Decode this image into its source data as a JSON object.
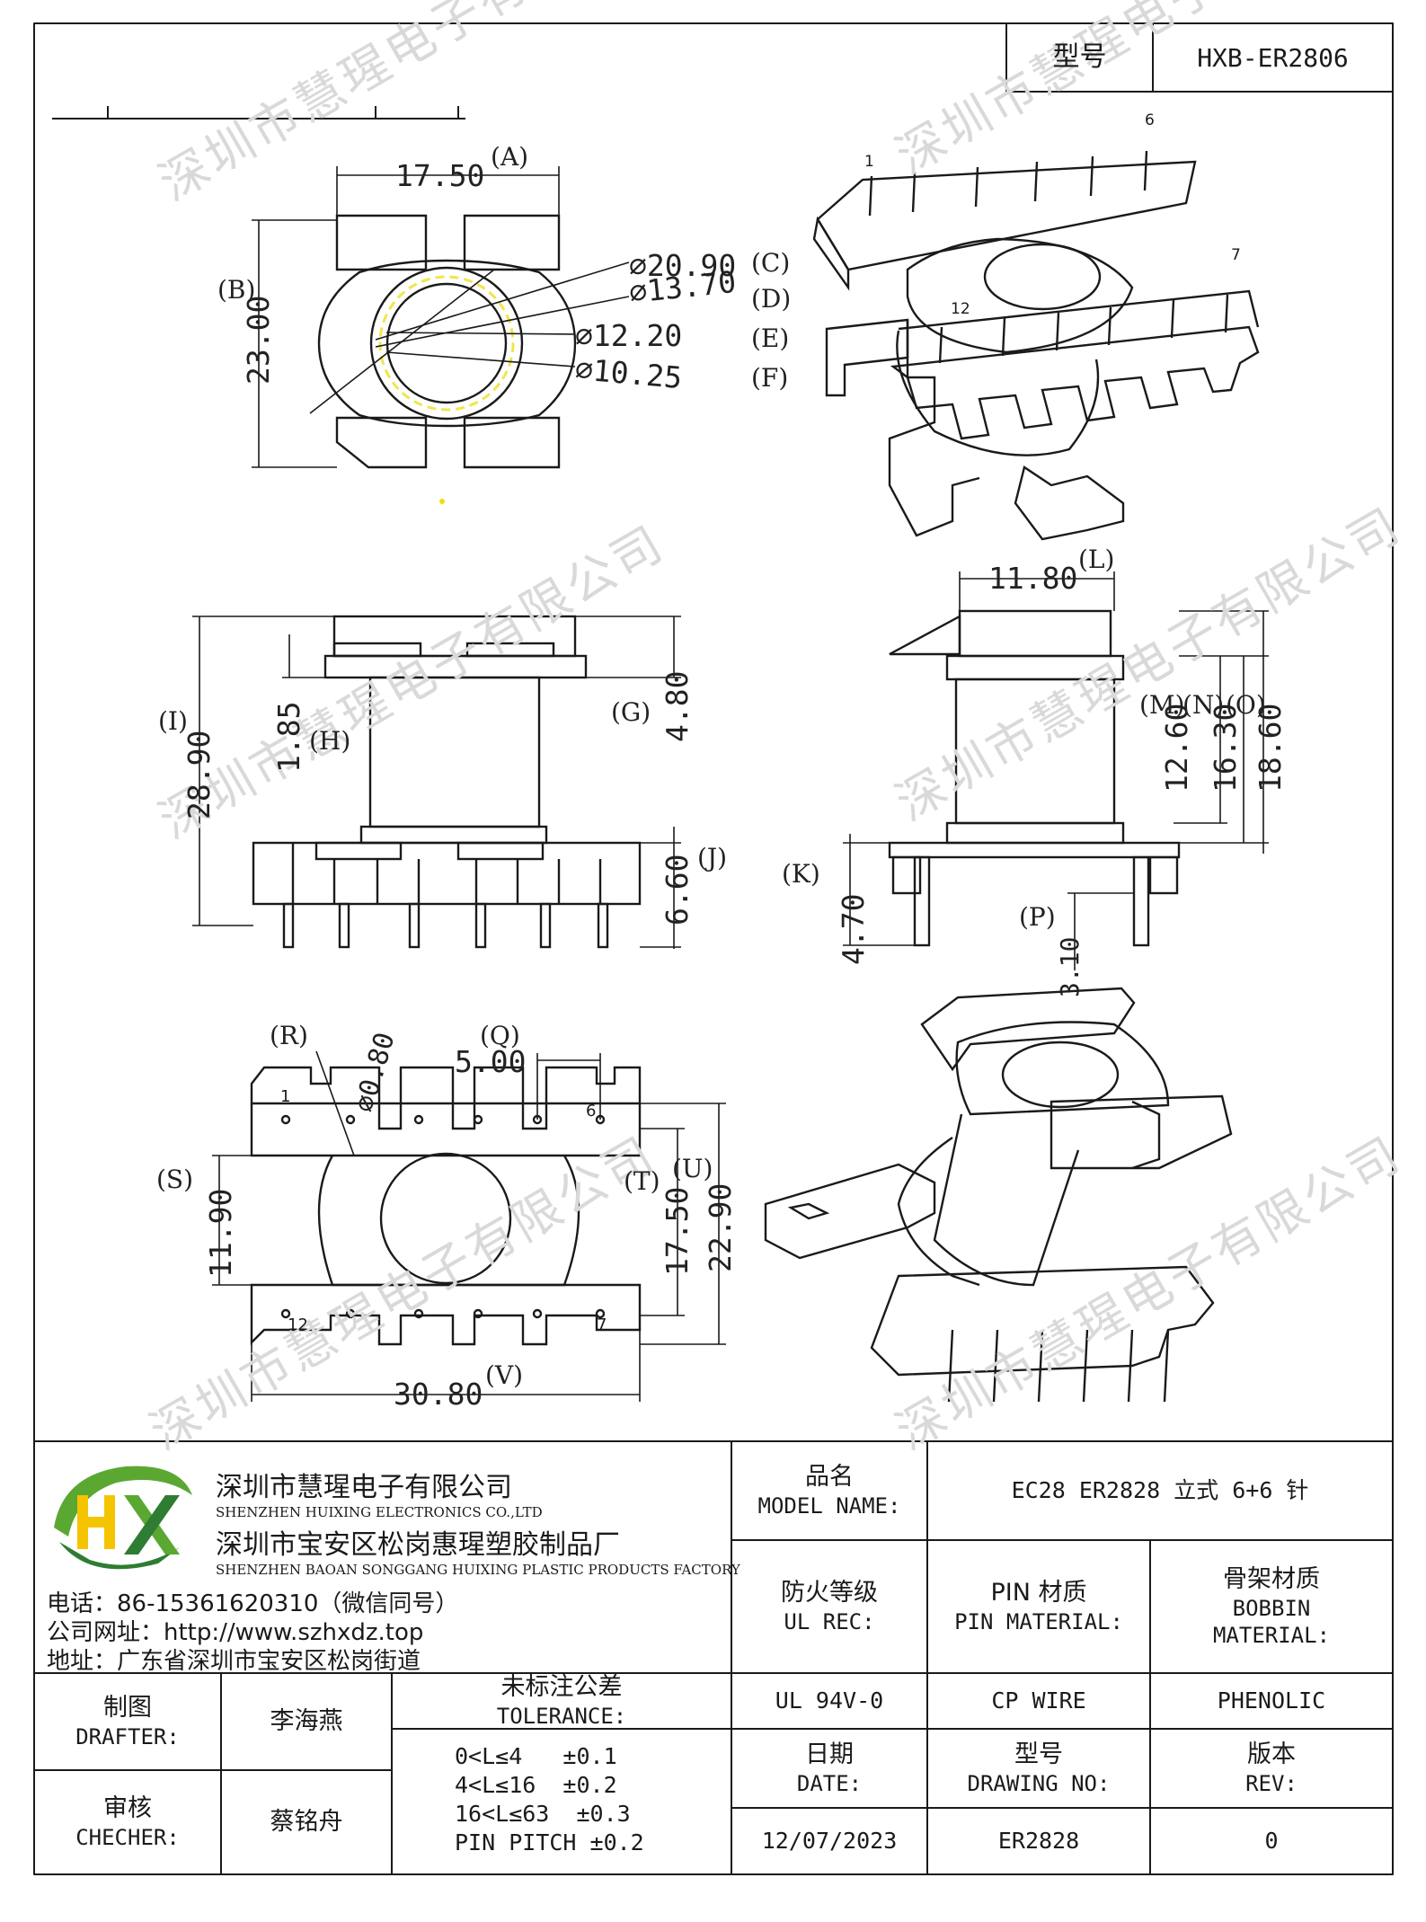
{
  "header": {
    "model_label": "型号",
    "model_value": "HXB-ER2806"
  },
  "watermark": "深圳市慧瑆电子有限公司",
  "views": {
    "top": {
      "dims": [
        "17.50",
        "23.00",
        "⌀20.90",
        "⌀13.70",
        "⌀12.20",
        "⌀10.25"
      ],
      "letters": [
        "(A)",
        "(B)",
        "(C)",
        "(D)",
        "(E)",
        "(F)"
      ]
    },
    "front": {
      "dims": [
        "28.90",
        "1.85",
        "4.80",
        "6.60"
      ],
      "letters": [
        "(I)",
        "(H)",
        "(G)",
        "(J)"
      ]
    },
    "side": {
      "dims": [
        "11.80",
        "12.60",
        "16.30",
        "18.60",
        "4.70",
        "3.10"
      ],
      "letters": [
        "(L)",
        "(M)",
        "(N)",
        "(O)",
        "(K)",
        "(P)"
      ]
    },
    "bottom": {
      "dims": [
        "⌀0.80",
        "5.00",
        "11.90",
        "17.50",
        "22.90",
        "30.80"
      ],
      "letters": [
        "(R)",
        "(Q)",
        "(S)",
        "(T)",
        "(U)",
        "(V)"
      ],
      "pins": [
        "1",
        "6",
        "12",
        "7"
      ]
    },
    "iso_top_pins": [
      "1",
      "6",
      "7",
      "12"
    ]
  },
  "company": {
    "logo_text": "HX",
    "name_cn": "深圳市慧瑆电子有限公司",
    "name_en": "SHENZHEN HUIXING ELECTRONICS CO.,LTD",
    "factory_cn": "深圳市宝安区松岗惠瑆塑胶制品厂",
    "factory_en": "SHENZHEN BAOAN SONGGANG HUIXING PLASTIC PRODUCTS FACTORY",
    "phone": "电话：86-15361620310（微信同号）",
    "website": "公司网址：http://www.szhxdz.top",
    "address": "地址：广东省深圳市宝安区松岗街道",
    "colors": {
      "logo_green": "#5aa832",
      "logo_yellow": "#f5c400",
      "logo_dark": "#2e7d32"
    }
  },
  "title_block": {
    "product_label_cn": "品名",
    "product_label_en": "MODEL NAME:",
    "product_value": "EC28 ER2828 立式 6+6 针",
    "fire_label_cn": "防火等级",
    "fire_label_en": "UL REC:",
    "pin_label_cn": "PIN 材质",
    "pin_label_en": "PIN MATERIAL:",
    "bobbin_label_cn": "骨架材质",
    "bobbin_label_en1": "BOBBIN",
    "bobbin_label_en2": "MATERIAL:",
    "fire_value": "UL 94V-0",
    "pin_value": "CP WIRE",
    "bobbin_value": "PHENOLIC",
    "drafter_label_cn": "制图",
    "drafter_label_en": "DRAFTER:",
    "drafter_name": "李海燕",
    "checker_label_cn": "审核",
    "checker_label_en": "CHECHER:",
    "checker_name": "蔡铭舟",
    "tolerance_label_cn": "未标注公差",
    "tolerance_label_en": "TOLERANCE:",
    "tolerances": [
      "0<L≤4   ±0.1",
      "4<L≤16  ±0.2",
      "16<L≤63  ±0.3",
      "PIN PITCH ±0.2"
    ],
    "date_label_cn": "日期",
    "date_label_en": "DATE:",
    "drawing_label_cn": "型号",
    "drawing_label_en": "DRAWING NO:",
    "rev_label_cn": "版本",
    "rev_label_en": "REV:",
    "date_value": "12/07/2023",
    "drawing_value": "ER2828",
    "rev_value": "0"
  }
}
